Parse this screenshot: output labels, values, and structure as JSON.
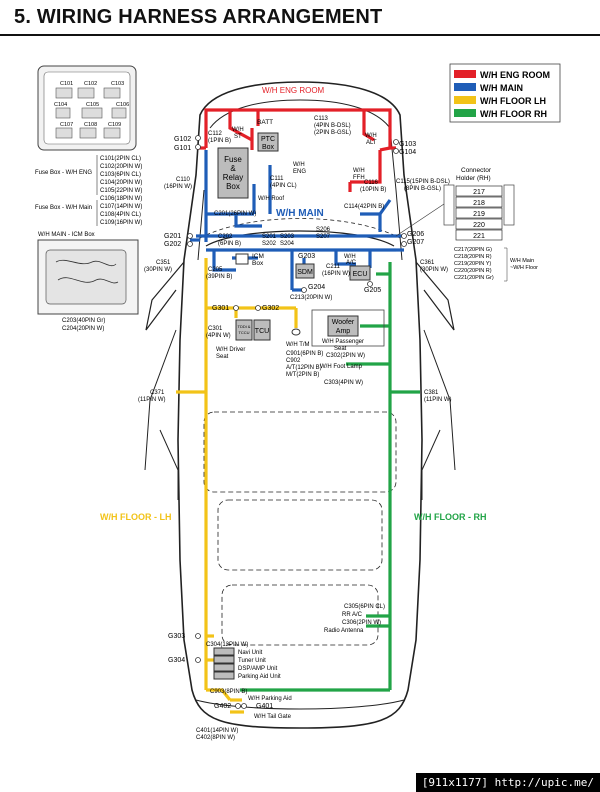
{
  "page_title": "5. WIRING HARNESS ARRANGEMENT",
  "legend": [
    {
      "label": "W/H ENG ROOM",
      "color": "#e32028"
    },
    {
      "label": "W/H MAIN",
      "color": "#1f5db7"
    },
    {
      "label": "W/H FLOOR LH",
      "color": "#f2c318"
    },
    {
      "label": "W/H FLOOR RH",
      "color": "#22a447"
    }
  ],
  "harness_labels": {
    "eng_room": "W/H ENG ROOM",
    "main": "W/H MAIN",
    "floor_lh": "W/H FLOOR - LH",
    "floor_rh": "W/H FLOOR - RH"
  },
  "fuse_box_codes": [
    "C101",
    "C102",
    "C103",
    "C104",
    "C105",
    "C106",
    "C107",
    "C108",
    "C109"
  ],
  "fuse_box_group_labels": [
    "Fuse Box - W/H ENG",
    "Fuse Box - W/H Main"
  ],
  "fuse_box_connectors": [
    "C101(2PIN CL)",
    "C102(20PIN W)",
    "C103(6PIN CL)",
    "C104(20PIN W)",
    "C105(22PIN W)",
    "C106(18PIN W)",
    "C107(14PIN W)",
    "C108(4PIN CL)",
    "C109(16PIN W)"
  ],
  "icm_box": {
    "title": "W/H MAIN - ICM Box",
    "connectors": [
      "C203(40PIN Gr)",
      "C204(20PIN W)"
    ]
  },
  "connector_holder": {
    "title_line1": "Connector",
    "title_line2": "Holder (RH)",
    "slots": [
      "217",
      "218",
      "219",
      "220",
      "221"
    ]
  },
  "connector_holder_connectors": [
    "C217(20PIN G)",
    "C218(20PIN R)",
    "C219(20PIN Y)",
    "C220(20PIN R)",
    "C221(20PIN Gr)"
  ],
  "connector_holder_note": [
    "W/H Main",
    "~W/H Floor"
  ],
  "components": {
    "batt": "BATT",
    "wh_st": [
      "W/H",
      "ST"
    ],
    "ptc_box": [
      "PTC",
      "Box"
    ],
    "fuse_relay_box": [
      "Fuse",
      "&",
      "Relay",
      "Box"
    ],
    "wh_alt": [
      "W/H",
      "ALT"
    ],
    "wh_eng": [
      "W/H",
      "ENG"
    ],
    "wh_ffh": [
      "W/H",
      "FFH"
    ],
    "icm_box": [
      "ICM",
      "Box"
    ],
    "sdm": "SDM",
    "ecu": "ECU",
    "tcu": "TCU",
    "tdd": [
      "TDDi &",
      "TCCU"
    ],
    "woofer_amp": [
      "Woofer",
      "Amp"
    ],
    "wh_roof": "W/H Roof",
    "wh_ac": [
      "W/H",
      "A/C"
    ],
    "wh_tm": "W/H T/M",
    "wh_driver_seat": [
      "W/H Driver",
      "Seat"
    ],
    "wh_passenger_seat": [
      "W/H Passenger",
      "Seat"
    ],
    "wh_foot_lamp": "W/H Foot Lamp",
    "wh_parking_aid": "W/H Parking Aid",
    "wh_tail_gate": "W/H Tail Gate",
    "rr_ac": "RR A/C",
    "radio_antenna": "Radio Antenna",
    "navi_unit": "Navi Unit",
    "tuner_unit": "Tuner Unit",
    "dsp_amp_unit": "DSP/AMP Unit",
    "parking_aid_unit": "Parking Aid Unit"
  },
  "grounds": [
    "G101",
    "G102",
    "G103",
    "G104",
    "G201",
    "G202",
    "G203",
    "G204",
    "G205",
    "G206",
    "G207",
    "G301",
    "G302",
    "G303",
    "G304",
    "G401",
    "G402"
  ],
  "connector_labels": {
    "c112": [
      "C112",
      "(1PIN B)"
    ],
    "c113": [
      "C113",
      "(4PIN B-DSL)",
      "(2PIN B-GSL)"
    ],
    "c110": [
      "C110",
      "(16PIN W)"
    ],
    "c111": [
      "C111",
      "(4PIN CL)"
    ],
    "c116": [
      "C116",
      "(10PIN B)"
    ],
    "c115": [
      "C115(15PIN B-DSL)",
      "(8PIN B-GSL)"
    ],
    "c114": "C114(42PIN B)",
    "c201": "C201(26PIN W)",
    "c202": [
      "C202",
      "(6PIN B)"
    ],
    "s201": [
      "S201",
      "S202"
    ],
    "s203": [
      "S203",
      "S204"
    ],
    "s206": [
      "S206",
      "S207"
    ],
    "c205": [
      "C205",
      "(39PIN B)"
    ],
    "c211": [
      "C211",
      "(16PIN W)"
    ],
    "c213": "C213(20PIN W)",
    "c351": [
      "C351",
      "(30PIN W)"
    ],
    "c361": [
      "C361",
      "(30PIN W)"
    ],
    "c301": [
      "C301",
      "(4PIN W)"
    ],
    "c901": [
      "C901(6PIN B)",
      "C902",
      "A/T(12PIN B)",
      "M/T(2PIN B)"
    ],
    "c302": "C302(2PIN W)",
    "c303": "C303(4PIN W)",
    "c371": [
      "C371",
      "(11PIN W)"
    ],
    "c381": [
      "C381",
      "(11PIN W)"
    ],
    "c305": "C305(6PIN CL)",
    "c306": "C306(2PIN W)",
    "c304": "C304(12PIN W)",
    "c903": "C903(8PIN B)",
    "c401": [
      "C401(14PIN W)",
      "C402(8PIN W)"
    ]
  },
  "footer": "[911x1177] http://upic.me/"
}
